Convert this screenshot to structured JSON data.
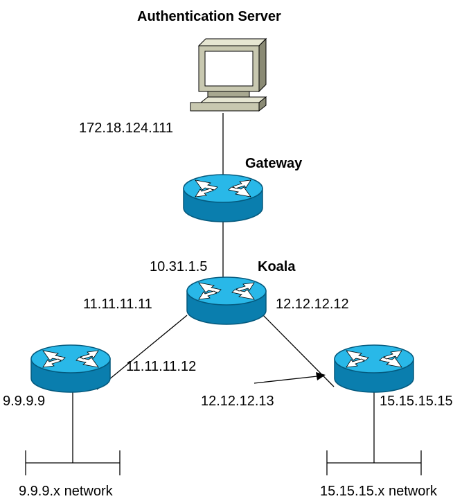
{
  "title": "Authentication Server",
  "nodes": {
    "auth_server": {
      "icon": "workstation-icon",
      "ip": "172.18.124.111"
    },
    "gateway": {
      "name": "Gateway",
      "icon": "router-icon"
    },
    "koala": {
      "name": "Koala",
      "icon": "router-icon",
      "ip_up": "10.31.1.5",
      "ip_left": "11.11.11.11",
      "ip_right": "12.12.12.12"
    },
    "left_router": {
      "icon": "router-icon",
      "ip_link": "11.11.11.12",
      "ip_lan": "9.9.9.9"
    },
    "right_router": {
      "icon": "router-icon",
      "ip_link": "12.12.12.13",
      "ip_lan": "15.15.15.15"
    }
  },
  "networks": {
    "left": "9.9.9.x network",
    "right": "15.15.15.x network"
  },
  "colors": {
    "router_top": "#29b8e8",
    "router_body": "#0a7eae",
    "router_dark": "#04597d",
    "monitor": "#c8c8b0",
    "line": "#000000"
  }
}
